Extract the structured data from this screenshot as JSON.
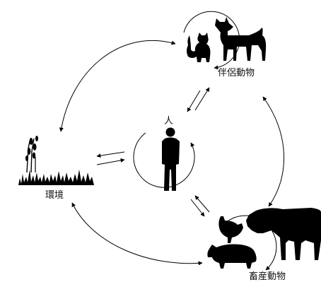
{
  "nodes": {
    "human": {
      "label": "人",
      "icon": "person-silhouette-icon"
    },
    "companion": {
      "label": "伴侶動物",
      "icon": "dog-and-cat-icon"
    },
    "livestock": {
      "label": "畜産動物",
      "icon": "cow-pig-chicken-icon"
    },
    "environment": {
      "label": "環境",
      "icon": "plants-grass-icon"
    }
  },
  "colors": {
    "ink": "#000000",
    "background": "#ffffff"
  }
}
